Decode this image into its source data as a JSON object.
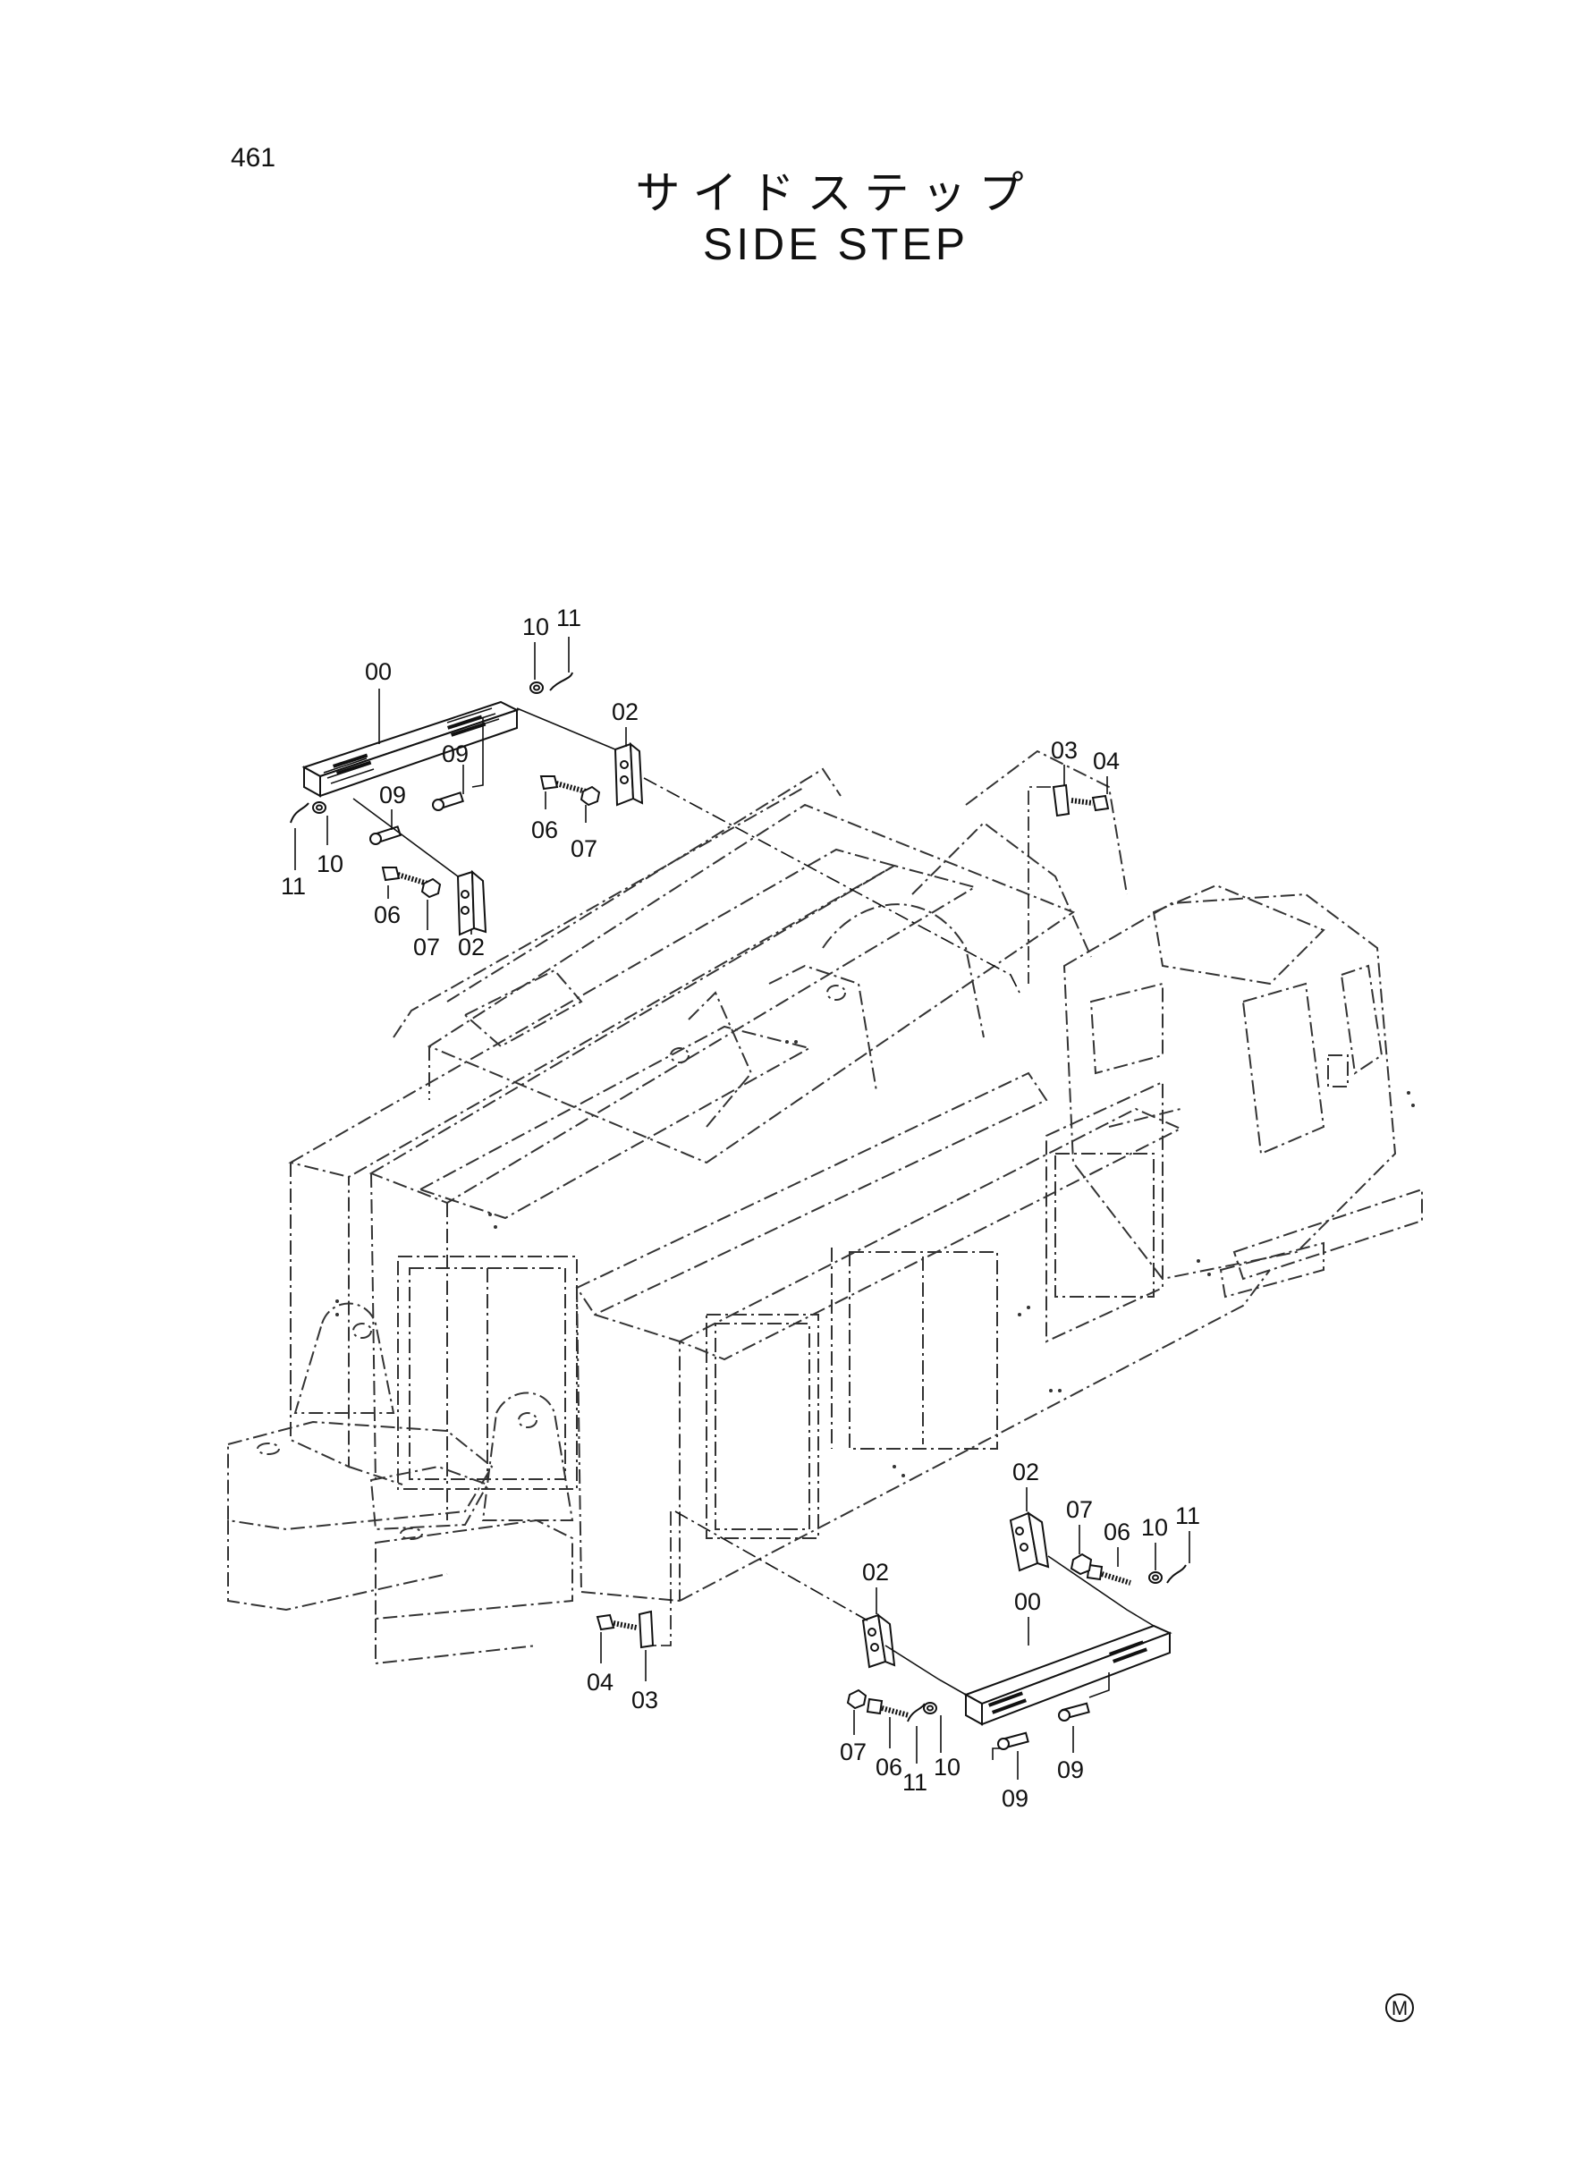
{
  "page": {
    "number": "461",
    "title_jp": "サイドステップ",
    "title_en": "SIDE STEP",
    "corner_mark": "M"
  },
  "callouts": {
    "upper": {
      "c00": "00",
      "c10": "10",
      "c11": "11",
      "c02a": "02",
      "c09a": "09",
      "c09b": "09",
      "c11b": "11",
      "c10b": "10",
      "c06a": "06",
      "c07a": "07",
      "c06b": "06",
      "c07b": "07",
      "c02b": "02",
      "c03": "03",
      "c04": "04"
    },
    "lower": {
      "c02a": "02",
      "c07": "07",
      "c06": "06",
      "c10": "10",
      "c11": "11",
      "c02b": "02",
      "c00": "00",
      "c04": "04",
      "c03": "03",
      "c07b": "07",
      "c06b": "06",
      "c11b": "11",
      "c10b": "10",
      "c09a": "09",
      "c09b": "09"
    }
  }
}
